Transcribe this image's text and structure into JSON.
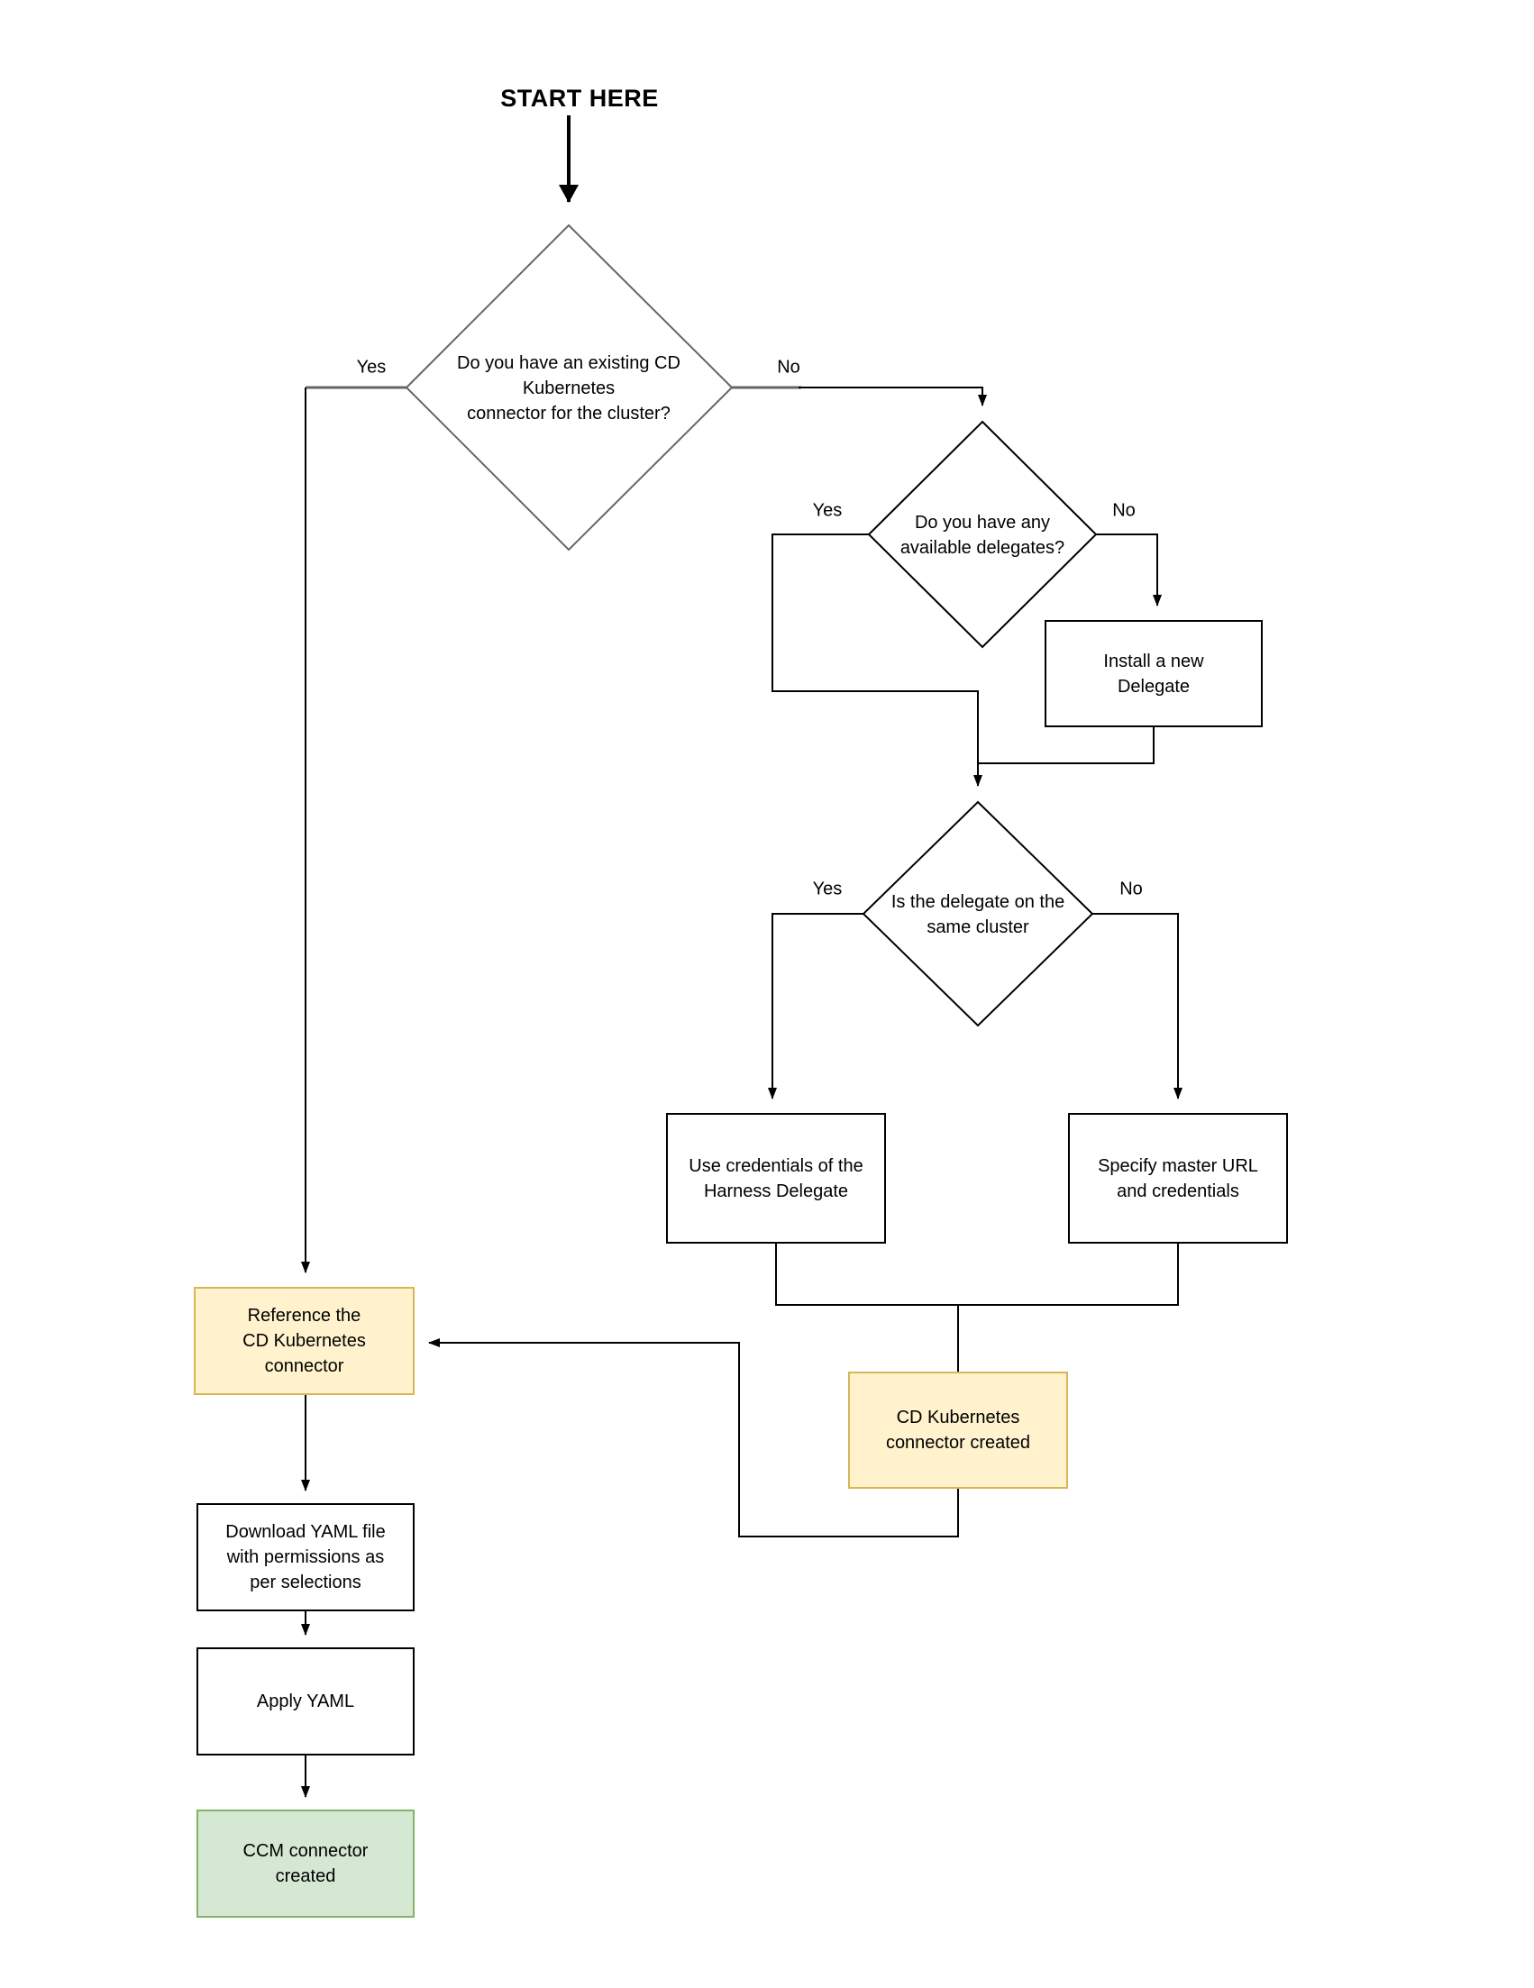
{
  "diagram": {
    "title": "START HERE",
    "nodes": {
      "existing_connector_q": {
        "lines": [
          "Do you have an existing CD",
          "Kubernetes",
          "connector for the cluster?"
        ]
      },
      "available_delegates_q": {
        "lines": [
          "Do you have any",
          "available delegates?"
        ]
      },
      "install_delegate": {
        "lines": [
          "Install a new",
          "Delegate"
        ]
      },
      "same_cluster_q": {
        "lines": [
          "Is the delegate on the",
          "same cluster"
        ]
      },
      "use_credentials": {
        "lines": [
          "Use credentials of the",
          "Harness Delegate"
        ]
      },
      "specify_master_url": {
        "lines": [
          "Specify master URL",
          "and credentials"
        ]
      },
      "cd_connector_created": {
        "lines": [
          "CD Kubernetes",
          "connector created"
        ]
      },
      "reference_connector": {
        "lines": [
          "Reference the",
          "CD Kubernetes",
          "connector"
        ]
      },
      "download_yaml": {
        "lines": [
          "Download YAML file",
          "with permissions as",
          "per selections"
        ]
      },
      "apply_yaml": {
        "lines": [
          "Apply YAML"
        ]
      },
      "ccm_connector_created": {
        "lines": [
          "CCM connector",
          "created"
        ]
      }
    },
    "edge_labels": {
      "yes_existing": "Yes",
      "no_existing": "No",
      "yes_delegates": "Yes",
      "no_delegates": "No",
      "yes_same_cluster": "Yes",
      "no_same_cluster": "No"
    },
    "colors": {
      "pending_fill": "#FFF2CC",
      "pending_stroke": "#D6B656",
      "success_fill": "#D5E8D4",
      "success_stroke": "#82B366",
      "primary_line": "#000000",
      "secondary_line": "#666666",
      "shape_fill": "#FFFFFF"
    }
  }
}
